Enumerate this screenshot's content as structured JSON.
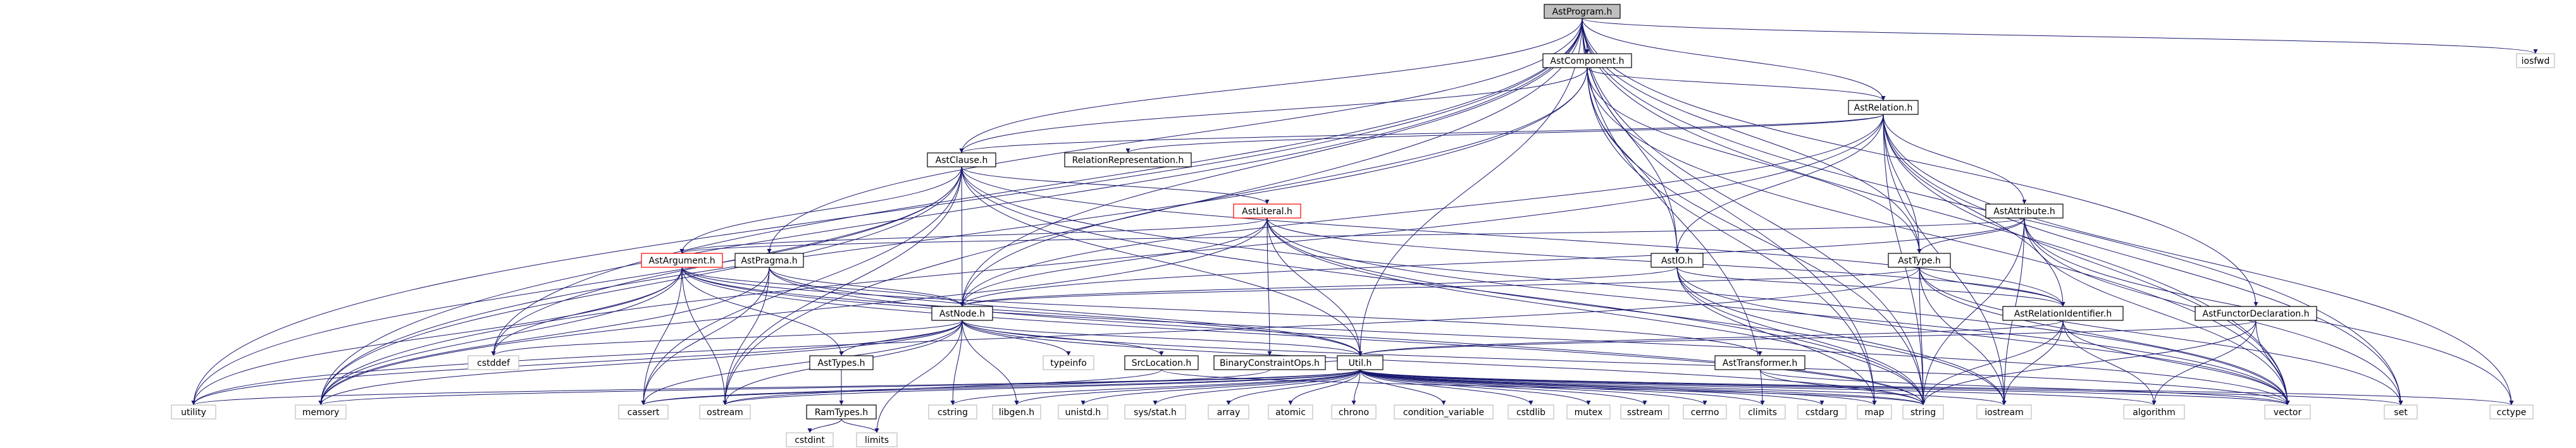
{
  "nodes": [
    {
      "id": "AstProgram",
      "label": "AstProgram.h",
      "style": "root"
    },
    {
      "id": "AstComponent",
      "label": "AstComponent.h"
    },
    {
      "id": "AstRelation",
      "label": "AstRelation.h"
    },
    {
      "id": "AstClause",
      "label": "AstClause.h"
    },
    {
      "id": "RelationRepresentation",
      "label": "RelationRepresentation.h"
    },
    {
      "id": "AstLiteral",
      "label": "AstLiteral.h",
      "style": "red"
    },
    {
      "id": "AstAttribute",
      "label": "AstAttribute.h"
    },
    {
      "id": "AstArgument",
      "label": "AstArgument.h",
      "style": "red"
    },
    {
      "id": "AstPragma",
      "label": "AstPragma.h"
    },
    {
      "id": "AstIO",
      "label": "AstIO.h"
    },
    {
      "id": "AstType",
      "label": "AstType.h"
    },
    {
      "id": "AstNode",
      "label": "AstNode.h"
    },
    {
      "id": "AstRelationIdentifier",
      "label": "AstRelationIdentifier.h"
    },
    {
      "id": "AstFunctorDeclaration",
      "label": "AstFunctorDeclaration.h"
    },
    {
      "id": "AstTypes",
      "label": "AstTypes.h"
    },
    {
      "id": "SrcLocation",
      "label": "SrcLocation.h"
    },
    {
      "id": "BinaryConstraintOps",
      "label": "BinaryConstraintOps.h"
    },
    {
      "id": "Util",
      "label": "Util.h"
    },
    {
      "id": "AstTransformer",
      "label": "AstTransformer.h"
    },
    {
      "id": "RamTypes",
      "label": "RamTypes.h"
    },
    {
      "id": "iosfwd",
      "label": "iosfwd",
      "style": "plain"
    },
    {
      "id": "utility",
      "label": "utility",
      "style": "plain"
    },
    {
      "id": "memory",
      "label": "memory",
      "style": "plain"
    },
    {
      "id": "cstddef",
      "label": "cstddef",
      "style": "plain"
    },
    {
      "id": "cassert",
      "label": "cassert",
      "style": "plain"
    },
    {
      "id": "ostream",
      "label": "ostream",
      "style": "plain"
    },
    {
      "id": "typeinfo",
      "label": "typeinfo",
      "style": "plain"
    },
    {
      "id": "cstring",
      "label": "cstring",
      "style": "plain"
    },
    {
      "id": "libgen",
      "label": "libgen.h",
      "style": "plain"
    },
    {
      "id": "unistd",
      "label": "unistd.h",
      "style": "plain"
    },
    {
      "id": "sysstat",
      "label": "sys/stat.h",
      "style": "plain"
    },
    {
      "id": "array",
      "label": "array",
      "style": "plain"
    },
    {
      "id": "atomic",
      "label": "atomic",
      "style": "plain"
    },
    {
      "id": "chrono",
      "label": "chrono",
      "style": "plain"
    },
    {
      "id": "condvar",
      "label": "condition_variable",
      "style": "plain"
    },
    {
      "id": "cstdlib",
      "label": "cstdlib",
      "style": "plain"
    },
    {
      "id": "mutex",
      "label": "mutex",
      "style": "plain"
    },
    {
      "id": "sstream",
      "label": "sstream",
      "style": "plain"
    },
    {
      "id": "cerrno",
      "label": "cerrno",
      "style": "plain"
    },
    {
      "id": "climits",
      "label": "climits",
      "style": "plain"
    },
    {
      "id": "cstdarg",
      "label": "cstdarg",
      "style": "plain"
    },
    {
      "id": "map",
      "label": "map",
      "style": "plain"
    },
    {
      "id": "string",
      "label": "string",
      "style": "plain"
    },
    {
      "id": "iostream",
      "label": "iostream",
      "style": "plain"
    },
    {
      "id": "algorithm",
      "label": "algorithm",
      "style": "plain"
    },
    {
      "id": "vector",
      "label": "vector",
      "style": "plain"
    },
    {
      "id": "set",
      "label": "set",
      "style": "plain"
    },
    {
      "id": "cctype",
      "label": "cctype",
      "style": "plain"
    },
    {
      "id": "cstdint",
      "label": "cstdint",
      "style": "plain"
    },
    {
      "id": "limits",
      "label": "limits",
      "style": "plain"
    }
  ],
  "edges": [
    [
      "AstProgram",
      "AstComponent"
    ],
    [
      "AstProgram",
      "AstRelation"
    ],
    [
      "AstProgram",
      "AstClause"
    ],
    [
      "AstProgram",
      "AstIO"
    ],
    [
      "AstProgram",
      "AstType"
    ],
    [
      "AstProgram",
      "AstPragma"
    ],
    [
      "AstProgram",
      "AstFunctorDeclaration"
    ],
    [
      "AstProgram",
      "AstNode"
    ],
    [
      "AstProgram",
      "Util"
    ],
    [
      "AstProgram",
      "iosfwd"
    ],
    [
      "AstProgram",
      "utility"
    ],
    [
      "AstProgram",
      "memory"
    ],
    [
      "AstProgram",
      "cstddef"
    ],
    [
      "AstProgram",
      "ostream"
    ],
    [
      "AstProgram",
      "string"
    ],
    [
      "AstProgram",
      "vector"
    ],
    [
      "AstProgram",
      "map"
    ],
    [
      "AstProgram",
      "set"
    ],
    [
      "AstProgram",
      "climits"
    ],
    [
      "AstComponent",
      "AstRelation"
    ],
    [
      "AstComponent",
      "AstClause"
    ],
    [
      "AstComponent",
      "AstIO"
    ],
    [
      "AstComponent",
      "AstType"
    ],
    [
      "AstComponent",
      "AstNode"
    ],
    [
      "AstComponent",
      "memory"
    ],
    [
      "AstComponent",
      "string"
    ],
    [
      "AstComponent",
      "vector"
    ],
    [
      "AstComponent",
      "map"
    ],
    [
      "AstRelation",
      "AstClause"
    ],
    [
      "AstRelation",
      "RelationRepresentation"
    ],
    [
      "AstRelation",
      "AstAttribute"
    ],
    [
      "AstRelation",
      "AstIO"
    ],
    [
      "AstRelation",
      "AstType"
    ],
    [
      "AstRelation",
      "AstRelationIdentifier"
    ],
    [
      "AstRelation",
      "AstNode"
    ],
    [
      "AstRelation",
      "memory"
    ],
    [
      "AstRelation",
      "string"
    ],
    [
      "AstRelation",
      "vector"
    ],
    [
      "AstRelation",
      "set"
    ],
    [
      "AstRelation",
      "cctype"
    ],
    [
      "AstRelation",
      "iostream"
    ],
    [
      "AstClause",
      "AstLiteral"
    ],
    [
      "AstClause",
      "AstArgument"
    ],
    [
      "AstClause",
      "AstNode"
    ],
    [
      "AstClause",
      "Util"
    ],
    [
      "AstClause",
      "AstRelationIdentifier"
    ],
    [
      "AstClause",
      "memory"
    ],
    [
      "AstClause",
      "utility"
    ],
    [
      "AstClause",
      "ostream"
    ],
    [
      "AstClause",
      "vector"
    ],
    [
      "AstClause",
      "cstddef"
    ],
    [
      "AstClause",
      "cassert"
    ],
    [
      "AstClause",
      "string"
    ],
    [
      "AstLiteral",
      "AstArgument"
    ],
    [
      "AstLiteral",
      "AstNode"
    ],
    [
      "AstLiteral",
      "Util"
    ],
    [
      "AstLiteral",
      "BinaryConstraintOps"
    ],
    [
      "AstLiteral",
      "AstRelationIdentifier"
    ],
    [
      "AstLiteral",
      "memory"
    ],
    [
      "AstLiteral",
      "string"
    ],
    [
      "AstLiteral",
      "vector"
    ],
    [
      "AstLiteral",
      "iostream"
    ],
    [
      "AstLiteral",
      "list"
    ],
    [
      "AstAttribute",
      "AstType"
    ],
    [
      "AstAttribute",
      "AstNode"
    ],
    [
      "AstAttribute",
      "string"
    ],
    [
      "AstAttribute",
      "iostream"
    ],
    [
      "AstAttribute",
      "set"
    ],
    [
      "AstAttribute",
      "cctype"
    ],
    [
      "AstAttribute",
      "vector"
    ],
    [
      "AstAttribute",
      "AstArgument"
    ],
    [
      "AstArgument",
      "AstNode"
    ],
    [
      "AstArgument",
      "AstTypes"
    ],
    [
      "AstArgument",
      "Util"
    ],
    [
      "AstArgument",
      "memory"
    ],
    [
      "AstArgument",
      "utility"
    ],
    [
      "AstArgument",
      "ostream"
    ],
    [
      "AstArgument",
      "cstddef"
    ],
    [
      "AstArgument",
      "cassert"
    ],
    [
      "AstArgument",
      "string"
    ],
    [
      "AstArgument",
      "vector"
    ],
    [
      "AstArgument",
      "AstTransformer"
    ],
    [
      "AstPragma",
      "AstNode"
    ],
    [
      "AstPragma",
      "Util"
    ],
    [
      "AstPragma",
      "memory"
    ],
    [
      "AstPragma",
      "ostream"
    ],
    [
      "AstPragma",
      "cassert"
    ],
    [
      "AstPragma",
      "string"
    ],
    [
      "AstIO",
      "AstNode"
    ],
    [
      "AstIO",
      "AstRelationIdentifier"
    ],
    [
      "AstIO",
      "string"
    ],
    [
      "AstIO",
      "map"
    ],
    [
      "AstIO",
      "iostream"
    ],
    [
      "AstIO",
      "vector"
    ],
    [
      "AstType",
      "AstNode"
    ],
    [
      "AstType",
      "AstRelationIdentifier"
    ],
    [
      "AstType",
      "string"
    ],
    [
      "AstType",
      "iostream"
    ],
    [
      "AstType",
      "set"
    ],
    [
      "AstType",
      "vector"
    ],
    [
      "AstType",
      "utility"
    ],
    [
      "AstNode",
      "SrcLocation"
    ],
    [
      "AstNode",
      "Util"
    ],
    [
      "AstNode",
      "AstTypes"
    ],
    [
      "AstNode",
      "typeinfo"
    ],
    [
      "AstNode",
      "memory"
    ],
    [
      "AstNode",
      "utility"
    ],
    [
      "AstNode",
      "cstddef"
    ],
    [
      "AstNode",
      "cassert"
    ],
    [
      "AstNode",
      "ostream"
    ],
    [
      "AstNode",
      "libgen"
    ],
    [
      "AstNode",
      "limits"
    ],
    [
      "AstNode",
      "cstring"
    ],
    [
      "AstNode",
      "vector"
    ],
    [
      "AstNode",
      "string"
    ],
    [
      "AstRelationIdentifier",
      "Util"
    ],
    [
      "AstRelationIdentifier",
      "string"
    ],
    [
      "AstRelationIdentifier",
      "vector"
    ],
    [
      "AstRelationIdentifier",
      "algorithm"
    ],
    [
      "AstRelationIdentifier",
      "iostream"
    ],
    [
      "AstFunctorDeclaration",
      "Util"
    ],
    [
      "AstFunctorDeclaration",
      "string"
    ],
    [
      "AstFunctorDeclaration",
      "vector"
    ],
    [
      "AstFunctorDeclaration",
      "algorithm"
    ],
    [
      "AstTypes",
      "RamTypes"
    ],
    [
      "SrcLocation",
      "ostream"
    ],
    [
      "SrcLocation",
      "string"
    ],
    [
      "BinaryConstraintOps",
      "Util"
    ],
    [
      "BinaryConstraintOps",
      "cassert"
    ],
    [
      "AstTransformer",
      "string"
    ],
    [
      "AstTransformer",
      "vector"
    ],
    [
      "Util",
      "utility"
    ],
    [
      "Util",
      "memory"
    ],
    [
      "Util",
      "cassert"
    ],
    [
      "Util",
      "ostream"
    ],
    [
      "Util",
      "cstring"
    ],
    [
      "Util",
      "libgen"
    ],
    [
      "Util",
      "unistd"
    ],
    [
      "Util",
      "sysstat"
    ],
    [
      "Util",
      "array"
    ],
    [
      "Util",
      "atomic"
    ],
    [
      "Util",
      "chrono"
    ],
    [
      "Util",
      "condvar"
    ],
    [
      "Util",
      "cstdlib"
    ],
    [
      "Util",
      "mutex"
    ],
    [
      "Util",
      "sstream"
    ],
    [
      "Util",
      "cerrno"
    ],
    [
      "Util",
      "climits"
    ],
    [
      "Util",
      "cstdarg"
    ],
    [
      "Util",
      "map"
    ],
    [
      "Util",
      "string"
    ],
    [
      "Util",
      "iostream"
    ],
    [
      "Util",
      "algorithm"
    ],
    [
      "Util",
      "vector"
    ],
    [
      "Util",
      "set"
    ],
    [
      "Util",
      "cctype"
    ],
    [
      "RamTypes",
      "cstdint"
    ],
    [
      "RamTypes",
      "limits"
    ]
  ]
}
